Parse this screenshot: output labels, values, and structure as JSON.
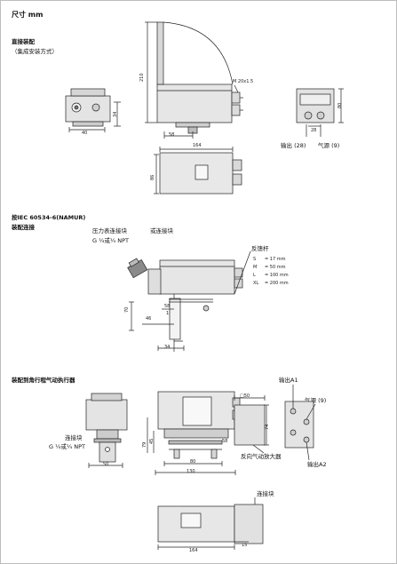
{
  "page": {
    "title": "尺寸 mm",
    "section1": {
      "title": "直接装配",
      "subtitle": "（集成安装方式）"
    },
    "section2": {
      "title_line1": "按IEC 60534-6(NAMUR)",
      "title_line2": "装配连接"
    },
    "section3": {
      "title": "装配到角行程气动执行器"
    }
  },
  "dims": {
    "d210": "210",
    "m20": "M 20x1.5",
    "d58a": "58",
    "d34": "34",
    "d40": "40",
    "d80": "80",
    "d28": "28",
    "d164a": "164",
    "d86": "86",
    "d70": "70",
    "d58b": "58",
    "d15a": "15",
    "d46": "46",
    "d34b": "34",
    "d50": "□50",
    "d74": "74",
    "d79": "79",
    "d45": "45",
    "d58c": "58",
    "d80b": "80",
    "d130": "130",
    "d50b": "50",
    "d164b": "164",
    "d15b": "15"
  },
  "labels": {
    "output28": "输出 (28)",
    "supply9": "气源 (9)",
    "gauge_conn": "压力表连接块",
    "gauge_thread": "G ¼或¼ NPT",
    "or_conn": "或连接块",
    "feedback_rod": "反馈杆",
    "feedback_rows": [
      {
        "k": "S",
        "v": "= 17 mm"
      },
      {
        "k": "M",
        "v": "= 50 mm"
      },
      {
        "k": "L",
        "v": "= 100 mm"
      },
      {
        "k": "XL",
        "v": "= 200 mm"
      }
    ],
    "conn_block": "连接块",
    "conn_thread": "G ¼或¼ NPT",
    "outputA1": "输出A1",
    "supply9b": "气源 (9)",
    "reverse_amp": "反向气动放大器",
    "outputA2": "输出A2",
    "conn_block2": "连接块"
  }
}
